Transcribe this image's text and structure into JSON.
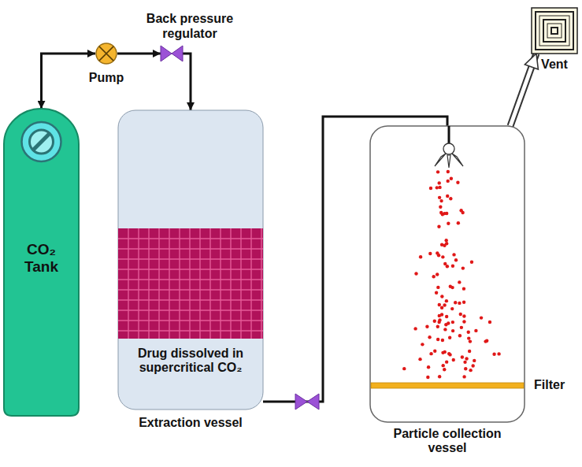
{
  "diagram": {
    "nodes": [
      {
        "text": [
          "CO₂ Tank"
        ]
      },
      {
        "text": [
          "Pump"
        ]
      },
      {
        "text": [
          "Back pressure regulator"
        ]
      },
      {
        "text": [
          "Drug dissolved in supercritical CO₂",
          "Extraction vessel"
        ]
      },
      {
        "text": [
          "Particle collection vessel"
        ]
      },
      {
        "text": [
          "Vent"
        ]
      }
    ],
    "edges": [
      {
        "from": 0,
        "to": 1,
        "arrow": "both"
      },
      {
        "from": 1,
        "to": 2,
        "arrow": "to"
      },
      {
        "from": 2,
        "to": 3,
        "arrow": "to"
      },
      {
        "from": 3,
        "to": 4,
        "arrow": "none"
      },
      {
        "from": 4,
        "to": 5,
        "arrow": "to"
      }
    ],
    "labels": [
      "Filter"
    ]
  }
}
